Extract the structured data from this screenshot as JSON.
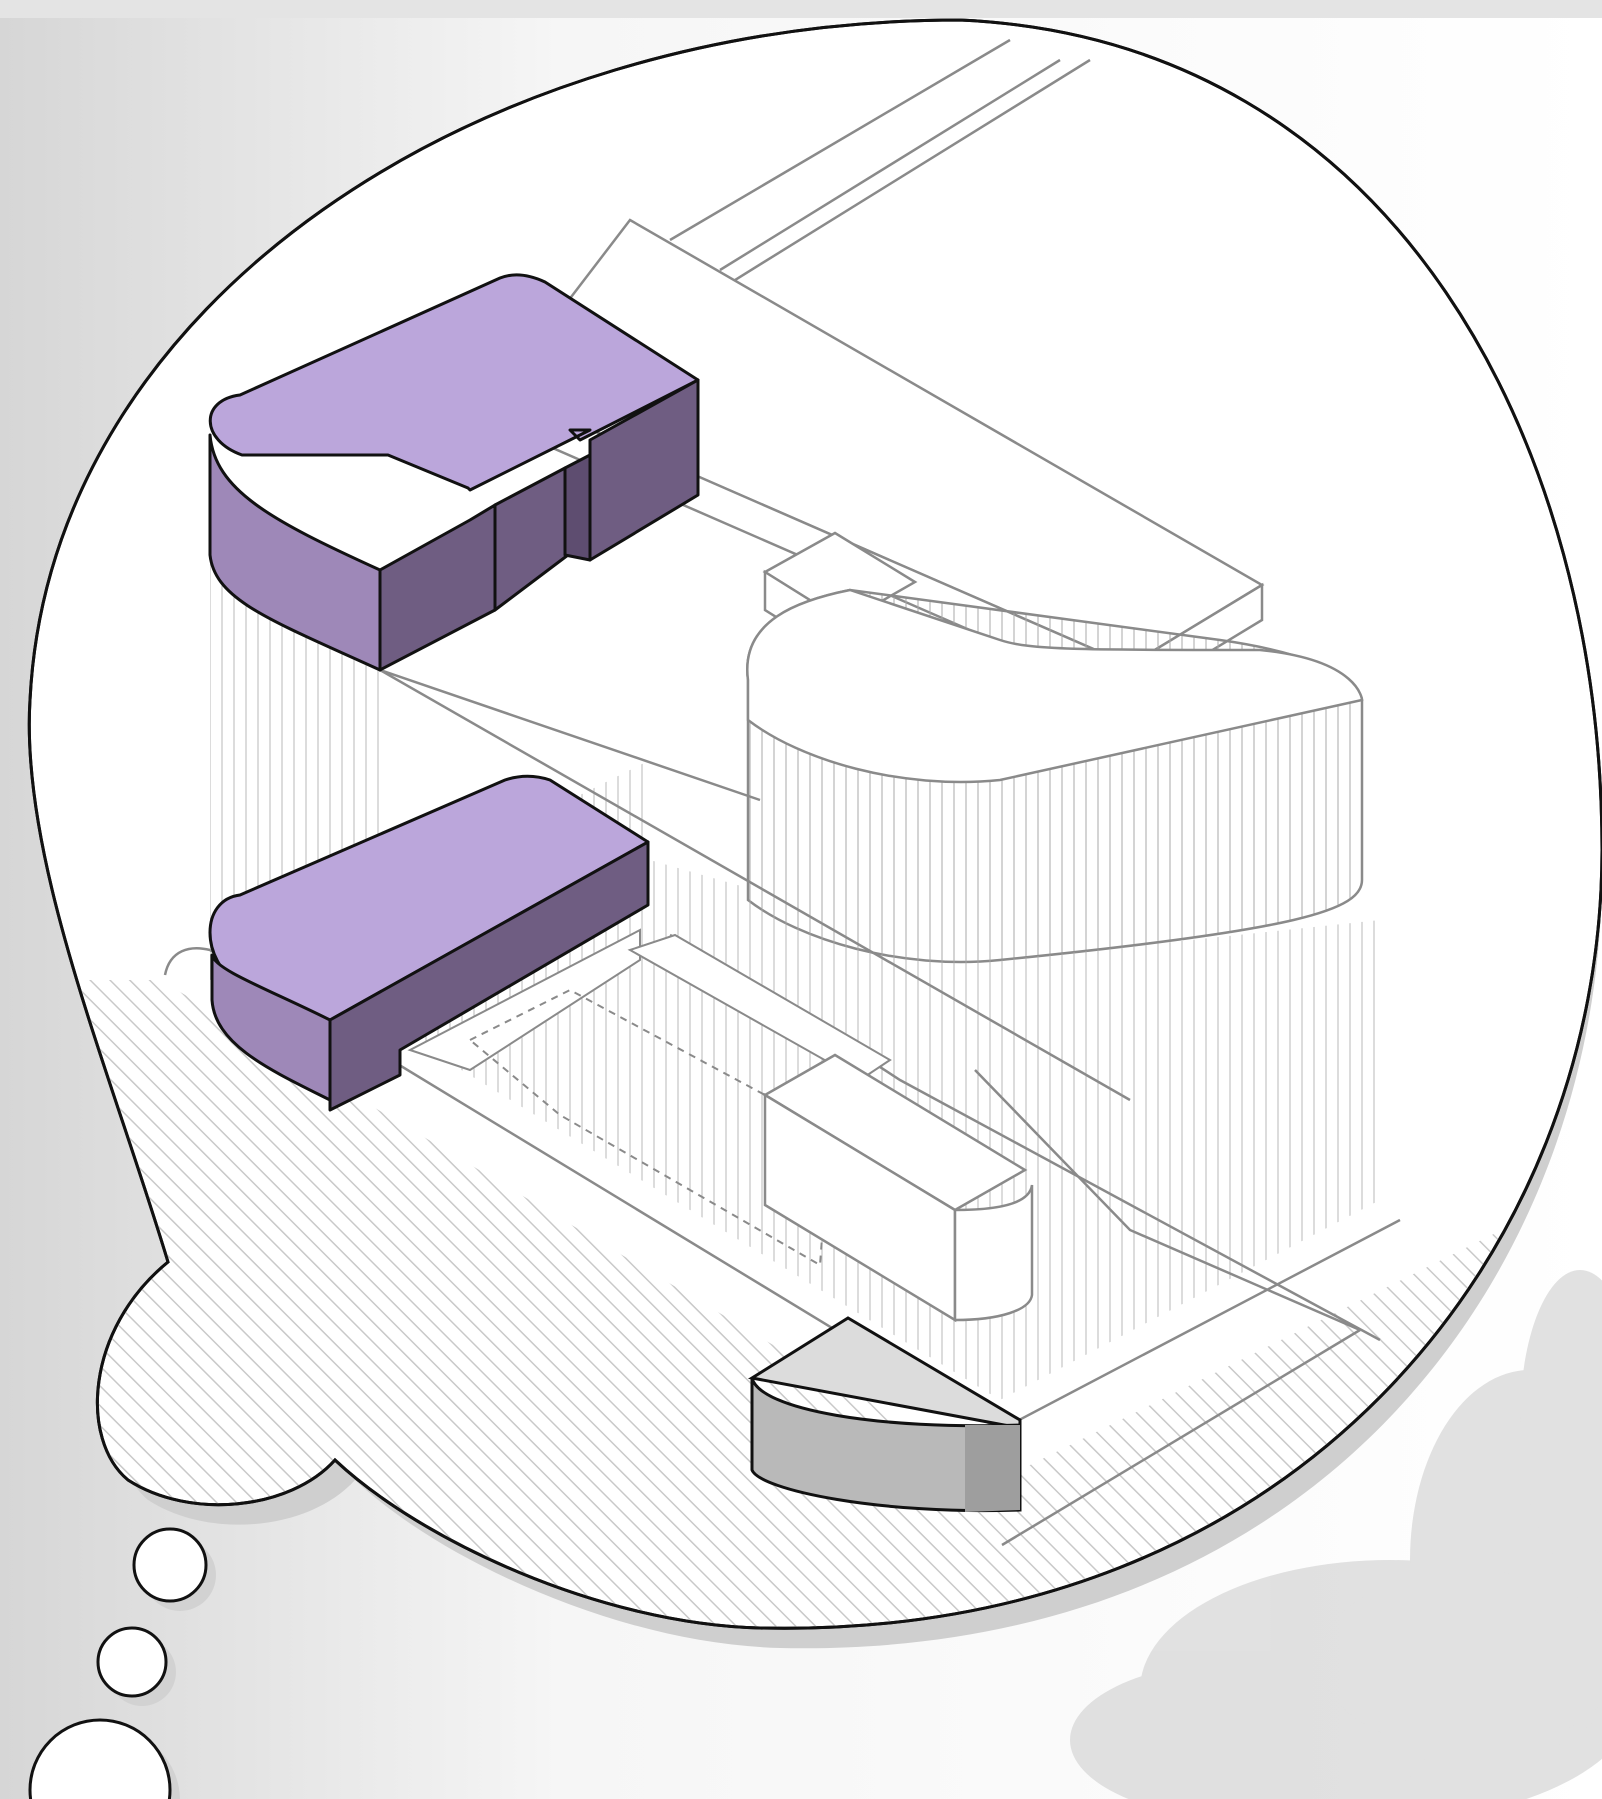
{
  "diagram": {
    "type": "axonometric-massing-diagram",
    "style": "thought-bubble",
    "highlight_colors": {
      "purple_top": "#bba6db",
      "purple_side": "#6f5d82",
      "grey_top": "#dcdcdc",
      "grey_side": "#a6a6a6",
      "outline": "#8a8a8a",
      "hatch": "#c8c8c8"
    },
    "elements": [
      {
        "name": "upper-purple-volume",
        "color": "purple"
      },
      {
        "name": "lower-purple-volume",
        "color": "purple"
      },
      {
        "name": "grey-corner-volume",
        "color": "grey"
      },
      {
        "name": "existing-building-outline",
        "color": "none"
      },
      {
        "name": "tree-silhouette",
        "color": "light-grey"
      }
    ]
  }
}
